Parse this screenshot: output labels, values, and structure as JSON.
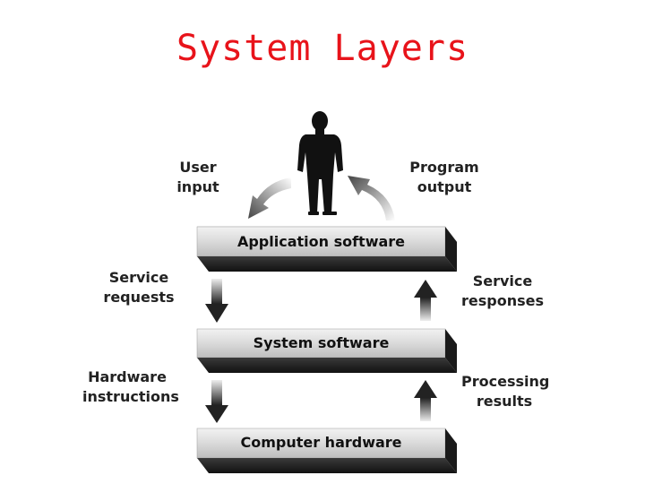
{
  "title": "System Layers",
  "colors": {
    "title": "#e8131a",
    "slab_top": "#d8d8d8",
    "slab_side": "#2a2a2a",
    "arrow_dark": "#333333",
    "text": "#222222"
  },
  "layers": [
    {
      "label": "Application software"
    },
    {
      "label": "System software"
    },
    {
      "label": "Computer hardware"
    }
  ],
  "labels": {
    "user_input_1": "User",
    "user_input_2": "input",
    "program_output_1": "Program",
    "program_output_2": "output",
    "service_requests_1": "Service",
    "service_requests_2": "requests",
    "service_responses_1": "Service",
    "service_responses_2": "responses",
    "hardware_instructions_1": "Hardware",
    "hardware_instructions_2": "instructions",
    "processing_results_1": "Processing",
    "processing_results_2": "results"
  },
  "icons": {
    "user": "person-silhouette-icon",
    "down_arrow": "arrow-down-icon",
    "up_arrow": "arrow-up-icon",
    "curved_left": "curved-arrow-left-icon",
    "curved_right": "curved-arrow-right-icon"
  }
}
